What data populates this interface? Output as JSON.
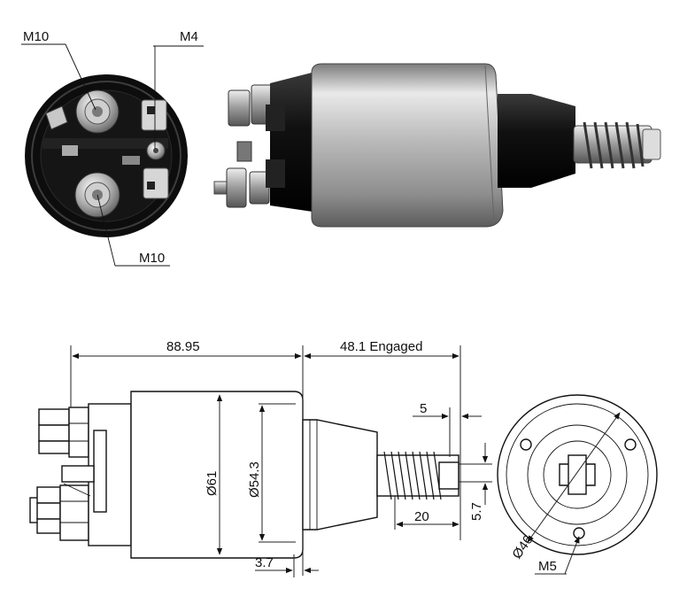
{
  "photo_labels": {
    "terminal_top": "M10",
    "terminal_small": "M4",
    "terminal_bottom": "M10"
  },
  "dimensions": {
    "overall_length": "88.95",
    "engaged_stroke": "48.1 Engaged",
    "body_diameter": "Ø61",
    "inner_diameter": "Ø54.3",
    "flange_thickness": "3.7",
    "plunger_offset": "5",
    "plunger_length": "20",
    "plunger_slot": "5.7",
    "bolt_circle": "Ø46",
    "mount_thread": "M5"
  },
  "colors": {
    "body_metal": "#b9b9b9",
    "dark_cap": "#1a1a1a",
    "line": "#111111"
  }
}
